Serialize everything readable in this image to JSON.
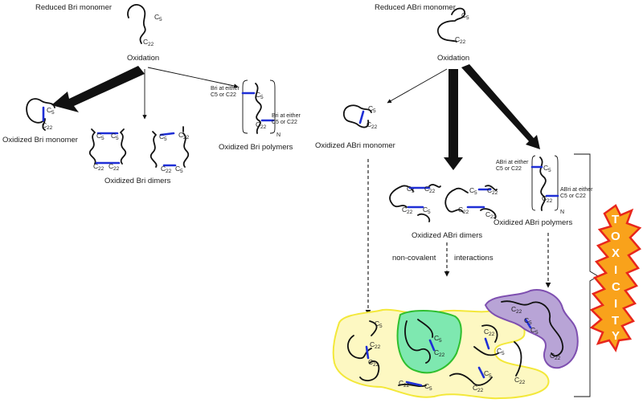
{
  "bri": {
    "reduced_monomer": "Reduced  Bri monomer",
    "oxidation": "Oxidation",
    "oxidized_monomer": "Oxidized Bri monomer",
    "oxidized_dimers": "Oxidized Bri dimers",
    "oxidized_polymers": "Oxidized Bri polymers",
    "either_line1": "Bri at either",
    "either_line2": "C5 or C22"
  },
  "abri": {
    "reduced_monomer": "Reduced ABri monomer",
    "oxidation": "Oxidation",
    "oxidized_monomer": "Oxidized ABri monomer",
    "oxidized_dimers": "Oxidized ABri dimers",
    "oxidized_polymers": "Oxidized ABri polymers",
    "either_line1": "ABri at either",
    "either_line2": "C5 or C22"
  },
  "interactions": {
    "left": "non-covalent",
    "right": "interactions"
  },
  "labels": {
    "c": "C",
    "five": "5",
    "twentytwo": "22",
    "n": "N"
  },
  "toxicity": [
    "T",
    "O",
    "X",
    "I",
    "C",
    "I",
    "T",
    "Y"
  ],
  "colors": {
    "bond": "#1f2fd6",
    "aggregate_yellow": "#fdf8c2",
    "aggregate_yellow_border": "#f3e83a",
    "aggregate_green": "#7ee8b0",
    "aggregate_green_border": "#2fbf2f",
    "aggregate_purple": "#b8a4d6",
    "aggregate_purple_border": "#7e4fb0",
    "toxicity_fill": "#f9a21b",
    "toxicity_border": "#e8261c"
  }
}
